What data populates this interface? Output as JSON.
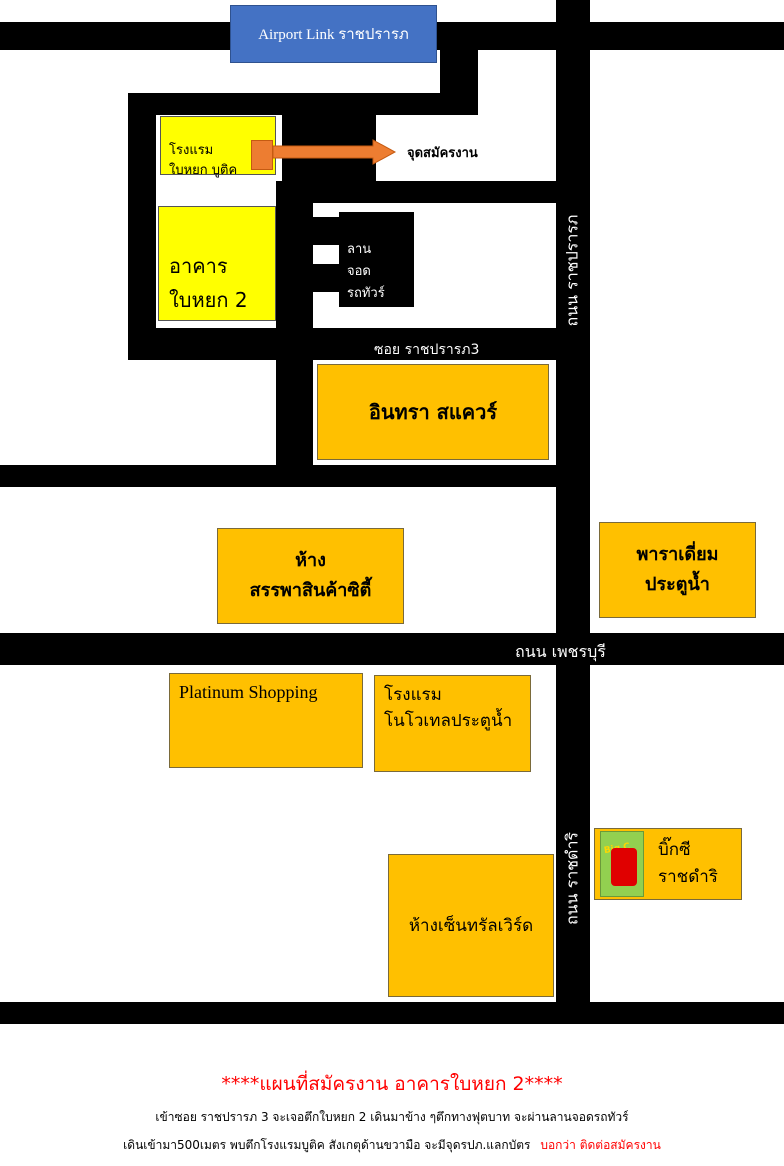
{
  "airport_link": "Airport Link ราชปรารภ",
  "hotel_small": "โรงแรม\nใบหยก บูติค",
  "register_point": "จุดสมัครงาน",
  "building_baiyoke2": "อาคาร\nใบหยก 2",
  "parking_lot": "ลาน\nจอด\nรถทัวร์",
  "soi_ratchaprarop3": "ซอย ราชปรารภ3",
  "road_ratchaprarop": "ถนน ราชปรารภ",
  "indra_square": "อินทรา  สแควร์",
  "sapphasinkha_city": "ห้าง\nสรรพาสินค้าซิตี้",
  "palladium": "พาราเดี่ยม\nประตูน้ำ",
  "road_phetchaburi": "ถนน เพชรบุรี",
  "platinum": "Platinum Shopping",
  "novotel": "โรงแรม\nโนโวเทลประตูน้ำ",
  "road_ratchadamri": "ถนน ราชดำริ",
  "bigc_logo_text": "Big C",
  "bigc_name": "บิ๊กซี\nราชดำริ",
  "central_world": "ห้างเซ็นทรัลเวิร์ด",
  "footer": {
    "title": "****แผนที่สมัครงาน  อาคารใบหยก 2****",
    "line1": "เข้าซอย ราชปรารภ 3 จะเจอตึกใบหยก 2 เดินมาข้าง ๆตึกทางฟุตบาท  จะผ่านลานจอดรถทัวร์",
    "line2": "เดินเข้ามา500เมตร พบตึกโรงแรมบูติค  สังเกตุด้านขวามือ จะมีจุดรปภ.แลกบัตร",
    "line2_red": "บอกว่า ติดต่อสมัครงาน"
  },
  "colors": {
    "road": "#000000",
    "building": "#ffc000",
    "highlight": "#ffff00",
    "station": "#4472c4",
    "arrow": "#ed7d31",
    "title_red": "#ff0000"
  }
}
